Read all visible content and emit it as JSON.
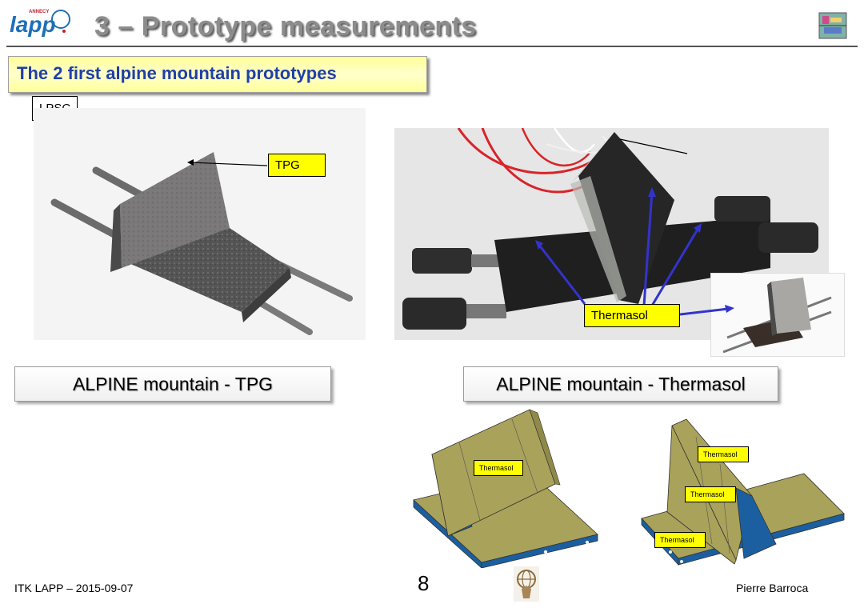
{
  "header": {
    "logo_text": "lapp",
    "logo_small": "ANNECY",
    "title": "3 – Prototype measurements"
  },
  "subtitle": "The 2 first alpine mountain prototypes",
  "left": {
    "lab_tag": "LPSC",
    "callout": "TPG",
    "caption": "ALPINE mountain - TPG"
  },
  "right": {
    "callout": "Thermasol",
    "caption": "ALPINE mountain - Thermasol",
    "model_labels": [
      "Thermasol",
      "Thermasol",
      "Thermasol",
      "Thermasol"
    ]
  },
  "footer": {
    "left": "ITK LAPP – 2015-09-07",
    "page": "8",
    "right": "Pierre Barroca"
  },
  "colors": {
    "title_gray": "#8c8c8c",
    "subtitle_blue": "#1f3fa8",
    "highlight_yellow": "#ffff00",
    "model_olive": "#a9a25a",
    "model_blue": "#1b5fa0",
    "arrow_blue": "#3333cc"
  }
}
